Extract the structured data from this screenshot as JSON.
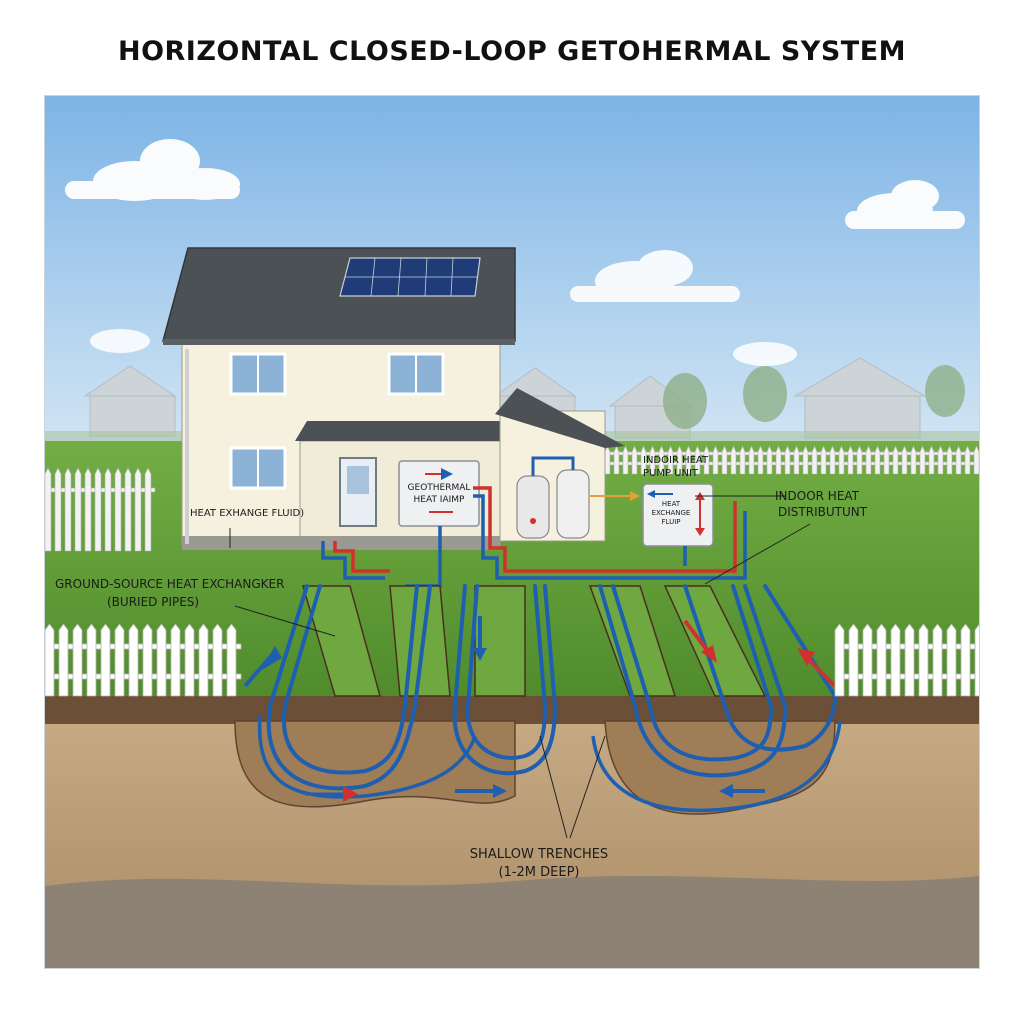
{
  "title": "HORIZONTAL CLOSED-LOOP GETOHERMAL SYSTEM",
  "labels": {
    "heat_exchange_fluid": "HEAT EXHANGE FLUID)",
    "heat_pump_line1": "GEOTHERMAL",
    "heat_pump_line2": "HEAT IAIMP",
    "indoor_pump_line1": "INDOIR HEAT",
    "indoor_pump_line2": "PUMP UNIT",
    "unit_text_line1": "HEAT",
    "unit_text_line2": "EXCHANGE",
    "unit_text_line3": "FLUIP",
    "distribution_line1": "INDOOR HEAT",
    "distribution_line2": "DISTRIBUTUNT",
    "exchanger_line1": "GROUND-SOURCE HEAT EXCHANGKER",
    "exchanger_line2": "(BURIED PIPES)",
    "trenches_line1": "SHALLOW TRENCHES",
    "trenches_line2": "(1-2M DEEP)"
  },
  "colors": {
    "sky_top": "#7fb6e8",
    "sky_bottom": "#cfe4f4",
    "grass": "#5e9c34",
    "soil": "#b89a74",
    "pipe_cold": "#1f5fb0",
    "pipe_hot": "#d0312d"
  }
}
